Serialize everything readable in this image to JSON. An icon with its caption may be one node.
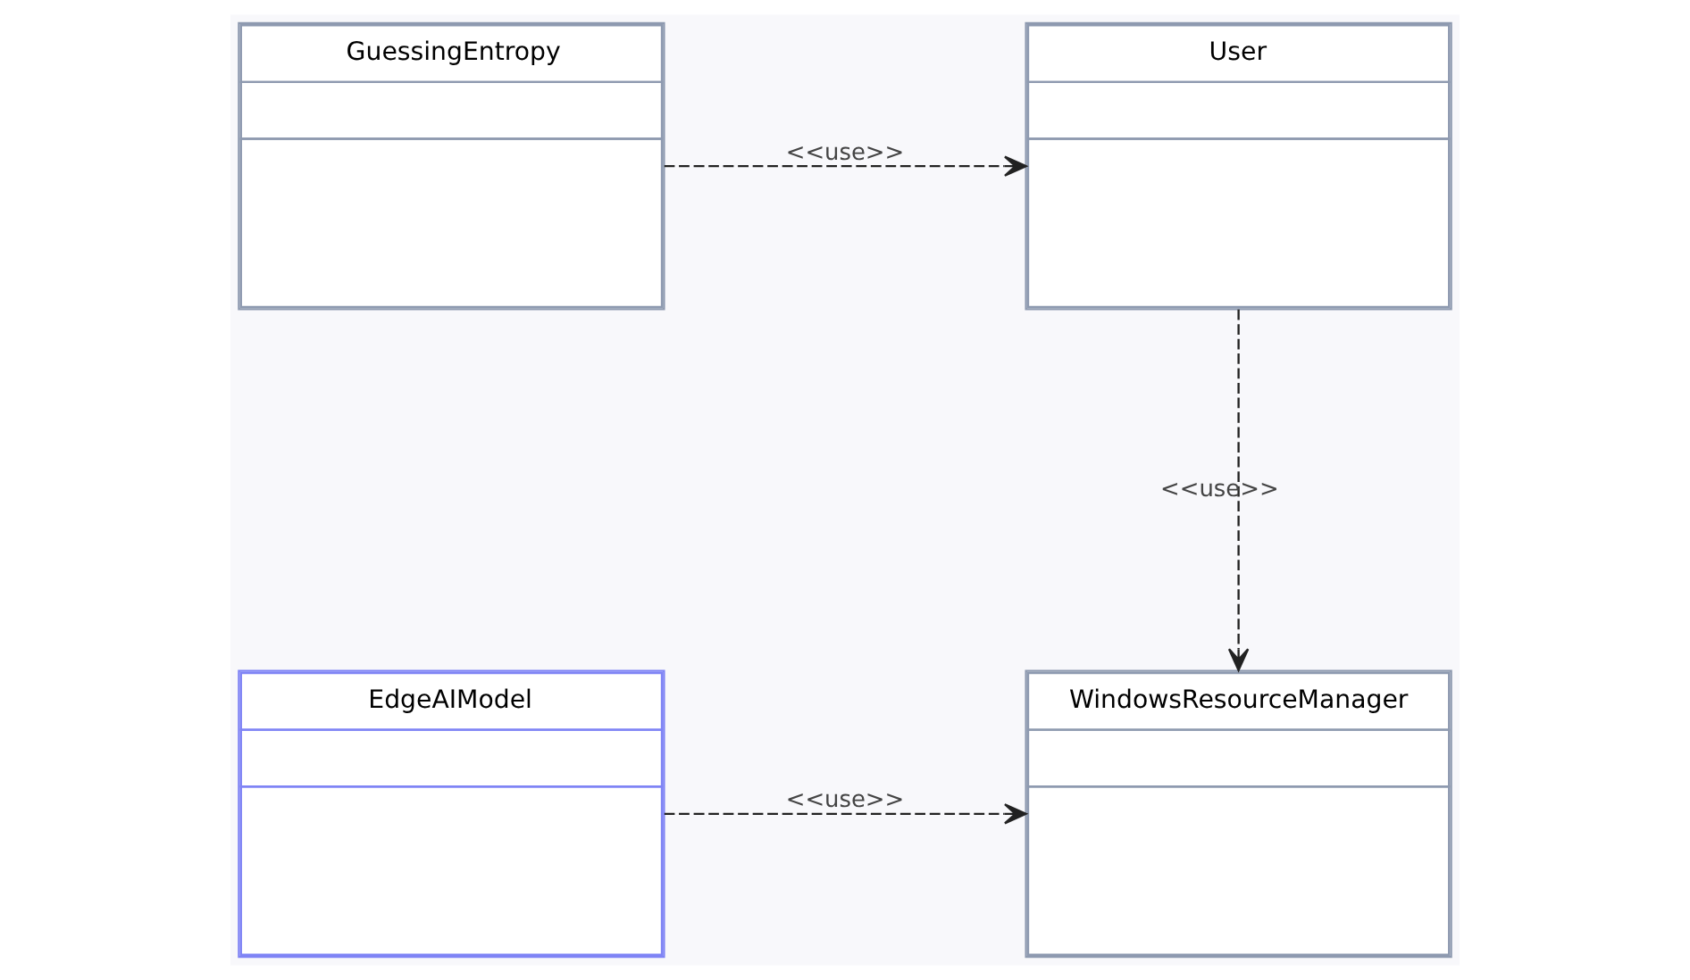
{
  "diagram": {
    "nodes": [
      {
        "text": [
          "EdgeAIModel"
        ]
      },
      {
        "text": [
          "WindowsResourceManager"
        ]
      },
      {
        "text": [
          "GuessingEntropy"
        ]
      },
      {
        "text": [
          "User"
        ]
      }
    ],
    "edges": [
      {
        "from": 0,
        "to": 1,
        "arrow": "to",
        "label": "<<use>>",
        "style": "dashed"
      },
      {
        "from": 3,
        "to": 1,
        "arrow": "to",
        "label": "<<use>>",
        "style": "dashed"
      },
      {
        "from": 2,
        "to": 3,
        "arrow": "to",
        "label": "<<use>>",
        "style": "dashed"
      }
    ]
  }
}
